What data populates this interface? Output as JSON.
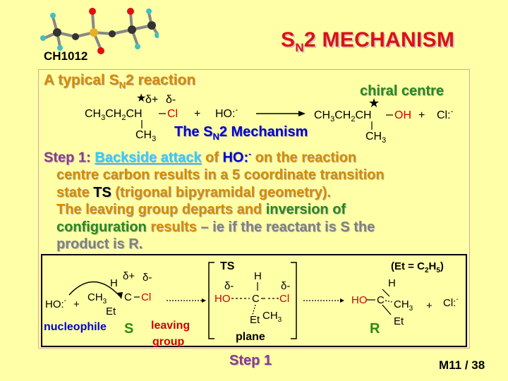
{
  "course": "CH1012",
  "title": {
    "main": "S",
    "sub": "N",
    "rest": "2 MECHANISM"
  },
  "header": {
    "pre": "A typical S",
    "sub": "N",
    "post": "2 reaction"
  },
  "chiral_label": "chiral centre",
  "reaction": {
    "delta_plus": "δ+",
    "delta_minus": "δ-",
    "reactant": "CH3CH2CH",
    "leaving": "Cl",
    "methyl": "CH3",
    "plus": "+",
    "nucleophile": "HO:",
    "product": "CH3CH2CH",
    "oh": "OH",
    "chloride": "Cl:"
  },
  "mechanism": {
    "pre": "The S",
    "sub": "N",
    "post": "2 Mechanism"
  },
  "paragraph": {
    "step": "Step 1: ",
    "backside": "Backside attack",
    "of": " of ",
    "nucleophile": "HO:",
    "rest1": " on the reaction",
    "line2": "centre carbon results in a 5 coordinate transition",
    "state": "state ",
    "ts": "TS",
    "trig": " (trigonal bipyramidal geometry).",
    "leave": "The leaving group departs and ",
    "inversion": "inversion of",
    "config": "configuration",
    "results": " results ",
    "ie": " – ie if the reactant is S the",
    "last": "product is R."
  },
  "diagram": {
    "nuc": "HO:",
    "plus": "+",
    "h": "H",
    "delta_plus": "δ+",
    "delta_minus": "δ-",
    "ch3": "CH3",
    "c": "C",
    "cl": "Cl",
    "et": "Et",
    "nucleophile_label": "nucleophile",
    "s_label": "S",
    "leaving_label1": "leaving",
    "leaving_label2": "group",
    "ts_label": "TS",
    "ts_ho": "HO",
    "plane_label": "plane",
    "et_note": "(Et = C2H5)",
    "prod_ho": "HO",
    "chloride": "Cl:",
    "r_label": "R"
  },
  "footer": {
    "step": "Step 1",
    "page": "M11   /  38"
  },
  "colors": {
    "background": "#ffffa8",
    "title": "#e01010",
    "orange": "#d88a00",
    "green": "#2a8a14",
    "blue": "#0000cc",
    "purple": "#8a3d8a",
    "cyan": "#33ccff",
    "red": "#cc0000"
  }
}
